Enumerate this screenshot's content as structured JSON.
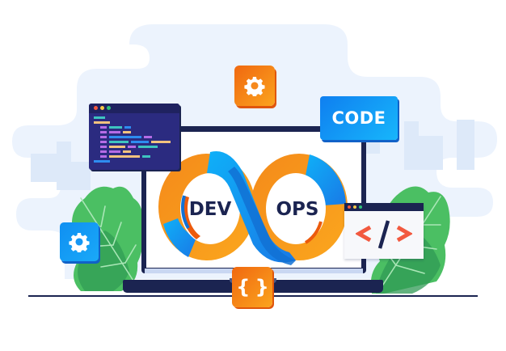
{
  "illustration": {
    "title": "DevOps concept illustration",
    "logo": {
      "left_word": "DEV",
      "right_word": "OPS",
      "symbol": "infinity-loop"
    },
    "badges": {
      "code_label": "CODE",
      "code_tag_symbol": "</>",
      "braces_symbol": "{ }",
      "gear_top": "gear-icon",
      "gear_left": "gear-icon"
    },
    "colors": {
      "background_cloud": "#ecf3fd",
      "skyline": "#dde9f9",
      "navy": "#1b2451",
      "orange": "#f7891f",
      "orange_dark": "#ec5a0c",
      "blue": "#1aa3f5",
      "blue_dark": "#1271d4",
      "leaf_green": "#4bbf63",
      "leaf_dark": "#2f9a54",
      "code_window_bg": "#2b2b80",
      "tag_red": "#f2593f",
      "white": "#ffffff"
    }
  }
}
